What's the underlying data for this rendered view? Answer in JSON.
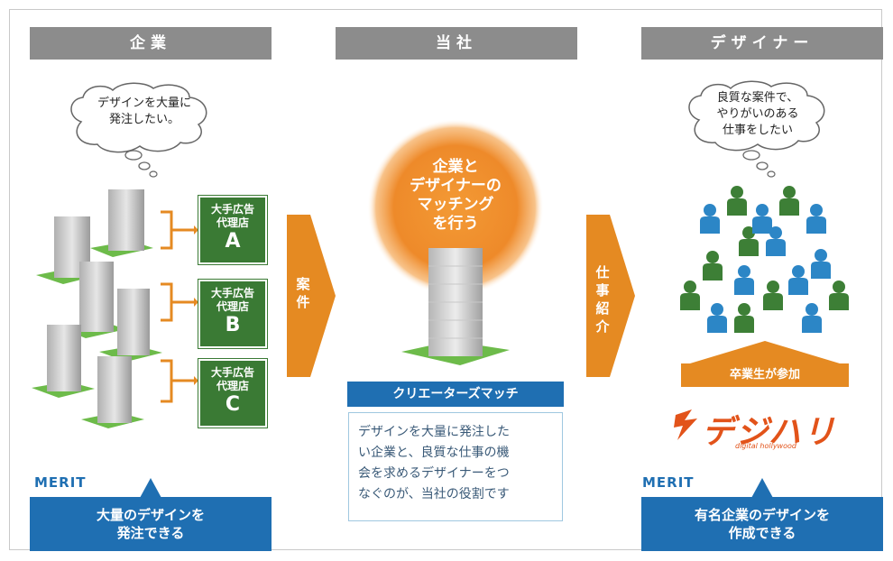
{
  "columns": {
    "company": {
      "header": "企業",
      "bubble": [
        "デザインを大量に",
        "発注したい。"
      ]
    },
    "us": {
      "header": "当社"
    },
    "designer": {
      "header": "デザイナー",
      "bubble": [
        "良質な案件で、",
        "やりがいのある",
        "仕事をしたい"
      ]
    }
  },
  "agencies": [
    {
      "line1": "大手広告",
      "line2": "代理店",
      "letter": "A"
    },
    {
      "line1": "大手広告",
      "line2": "代理店",
      "letter": "B"
    },
    {
      "line1": "大手広告",
      "line2": "代理店",
      "letter": "C"
    }
  ],
  "arrows": {
    "left": [
      "案",
      "件"
    ],
    "right": [
      "仕",
      "事",
      "紹",
      "介"
    ]
  },
  "center": {
    "circle": [
      "企業と",
      "デザイナーの",
      "マッチング",
      "を行う"
    ],
    "bar": "クリエーターズマッチ",
    "description": [
      "デザインを大量に発注した",
      "い企業と、良質な仕事の機",
      "会を求めるデザイナーをつ",
      "なぐのが、当社の役割です"
    ]
  },
  "graduates": {
    "label": "卒業生が参加",
    "logo": "デジハリ",
    "logo_sub": "digital hollywood"
  },
  "merits": {
    "label": "MERIT",
    "left": [
      "大量のデザインを",
      "発注できる"
    ],
    "right": [
      "有名企業のデザインを",
      "作成できる"
    ]
  },
  "colors": {
    "header": "#8c8c8c",
    "green": "#3a7a34",
    "orange": "#e58a22",
    "blue": "#1f6fb2",
    "person_blue": "#2c86c6",
    "person_green": "#3d7f36"
  }
}
